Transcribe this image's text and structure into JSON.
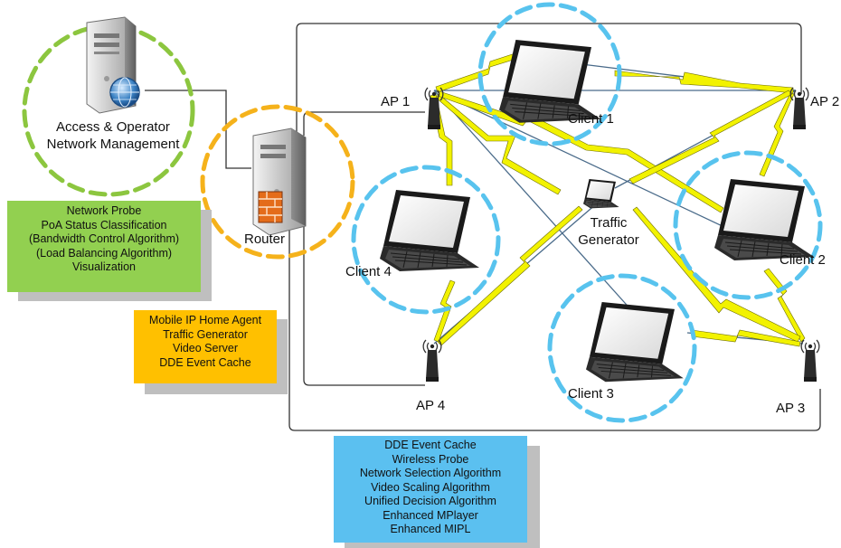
{
  "nodes": {
    "management": {
      "label_line1": "Access & Operator",
      "label_line2": "Network Management"
    },
    "router": {
      "label": "Router"
    },
    "ap1": {
      "label": "AP 1"
    },
    "ap2": {
      "label": "AP 2"
    },
    "ap3": {
      "label": "AP 3"
    },
    "ap4": {
      "label": "AP 4"
    },
    "client1": {
      "label": "Client 1"
    },
    "client2": {
      "label": "Client 2"
    },
    "client3": {
      "label": "Client 3"
    },
    "client4": {
      "label": "Client 4"
    },
    "traffic_generator": {
      "label_line1": "Traffic",
      "label_line2": "Generator"
    }
  },
  "boxes": {
    "management_functions": {
      "color": "#92d050",
      "items": [
        "Network Probe",
        "PoA Status Classification",
        "(Bandwidth Control Algorithm)",
        "(Load Balancing Algorithm)",
        "Visualization"
      ]
    },
    "router_functions": {
      "color": "#ffc000",
      "items": [
        "Mobile IP Home Agent",
        "Traffic Generator",
        "Video Server",
        "DDE Event Cache"
      ]
    },
    "client_functions": {
      "color": "#5bc0f0",
      "items": [
        "DDE Event Cache",
        "Wireless Probe",
        "Network Selection Algorithm",
        "Video Scaling Algorithm",
        "Unified Decision Algorithm",
        "Enhanced MPlayer",
        "Enhanced MIPL"
      ]
    }
  },
  "colors": {
    "management_ring": "#8cc63f",
    "router_ring": "#f5b21b",
    "client_ring": "#58c3ee",
    "wireless_link": "#f2f200",
    "wired_link": "#333333"
  }
}
